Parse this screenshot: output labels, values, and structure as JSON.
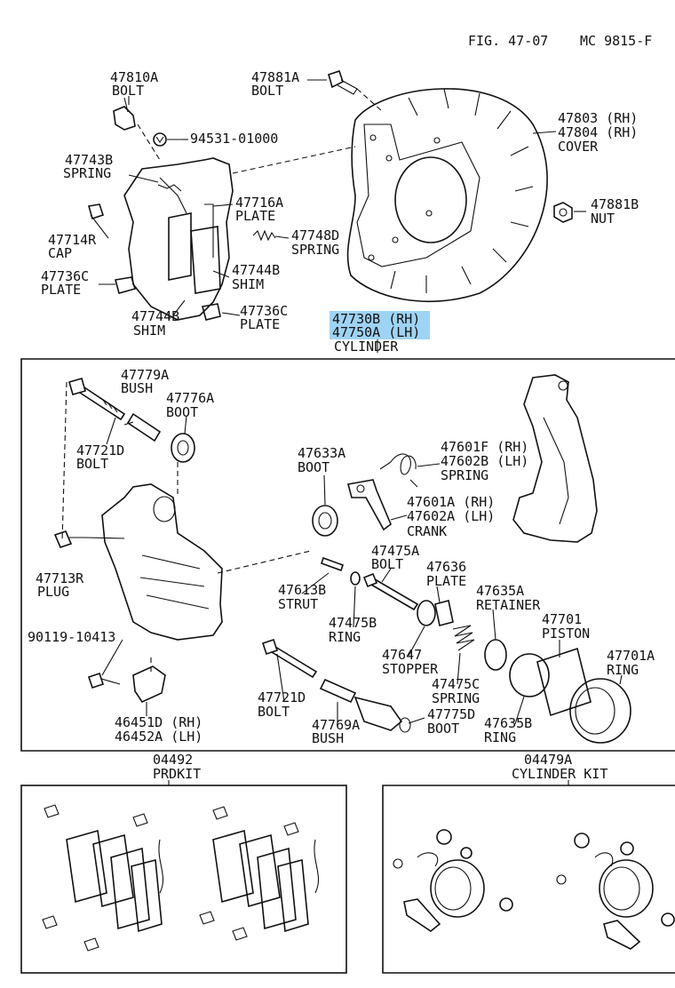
{
  "figure_ref": "FIG. 47-07",
  "catalog_code": "MC 9815-F",
  "labels": {
    "l47810a_num": "47810A",
    "l47810a_name": "BOLT",
    "l47881a_num": "47881A",
    "l47881a_name": "BOLT",
    "l94531_num": "94531-01000",
    "l47743b_num": "47743B",
    "l47743b_name": "SPRING",
    "l47716a_num": "47716A",
    "l47716a_name": "PLATE",
    "l47714r_num": "47714R",
    "l47714r_name": "CAP",
    "l47748d_num": "47748D",
    "l47748d_name": "SPRING",
    "l47736c1_num": "47736C",
    "l47736c1_name": "PLATE",
    "l47744b1_num": "47744B",
    "l47744b1_name": "SHIM",
    "l47744b2_num": "47744B",
    "l47744b2_name": "SHIM",
    "l47736c2_num": "47736C",
    "l47736c2_name": "PLATE",
    "l47803_num": "47803 (RH)",
    "l47804_num": "47804 (RH)",
    "l47803_name": "COVER",
    "l47881b_num": "47881B",
    "l47881b_name": "NUT",
    "l47730b_num": "47730B (RH)",
    "l47750a_num": "47750A (LH)",
    "l47730_name": "CYLINDER",
    "l47779a_num": "47779A",
    "l47779a_name": "BUSH",
    "l47776a_num": "47776A",
    "l47776a_name": "BOOT",
    "l47721d1_num": "47721D",
    "l47721d1_name": "BOLT",
    "l47633a_num": "47633A",
    "l47633a_name": "BOOT",
    "l47601f_num": "47601F (RH)",
    "l47602b_num": "47602B (LH)",
    "l47601f_name": "SPRING",
    "l47601a_num": "47601A (RH)",
    "l47602a_num": "47602A (LH)",
    "l47601a_name": "CRANK",
    "l47713r_num": "47713R",
    "l47713r_name": "PLUG",
    "l47475a_num": "47475A",
    "l47475a_name": "BOLT",
    "l47636_num": "47636",
    "l47636_name": "PLATE",
    "l47613b_num": "47613B",
    "l47613b_name": "STRUT",
    "l47635a_num": "47635A",
    "l47635a_name": "RETAINER",
    "l47701_num": "47701",
    "l47701_name": "PISTON",
    "l47475b_num": "47475B",
    "l47475b_name": "RING",
    "l90119_num": "90119-10413",
    "l47647_num": "47647",
    "l47647_name": "STOPPER",
    "l47701a_num": "47701A",
    "l47701a_name": "RING",
    "l47475c_num": "47475C",
    "l47475c_name": "SPRING",
    "l47721d2_num": "47721D",
    "l47721d2_name": "BOLT",
    "l47775d_num": "47775D",
    "l47775d_name": "BOOT",
    "l47635b_num": "47635B",
    "l47635b_name": "RING",
    "l47769a_num": "47769A",
    "l47769a_name": "BUSH",
    "l46451d_num": "46451D (RH)",
    "l46452a_num": "46452A (LH)",
    "l04492_num": "04492",
    "l04492_name": "PRDKIT",
    "l04479a_num": "04479A",
    "l04479a_name": "CYLINDER KIT"
  },
  "colors": {
    "highlight": "#9fd3f3",
    "ink": "#111111"
  }
}
